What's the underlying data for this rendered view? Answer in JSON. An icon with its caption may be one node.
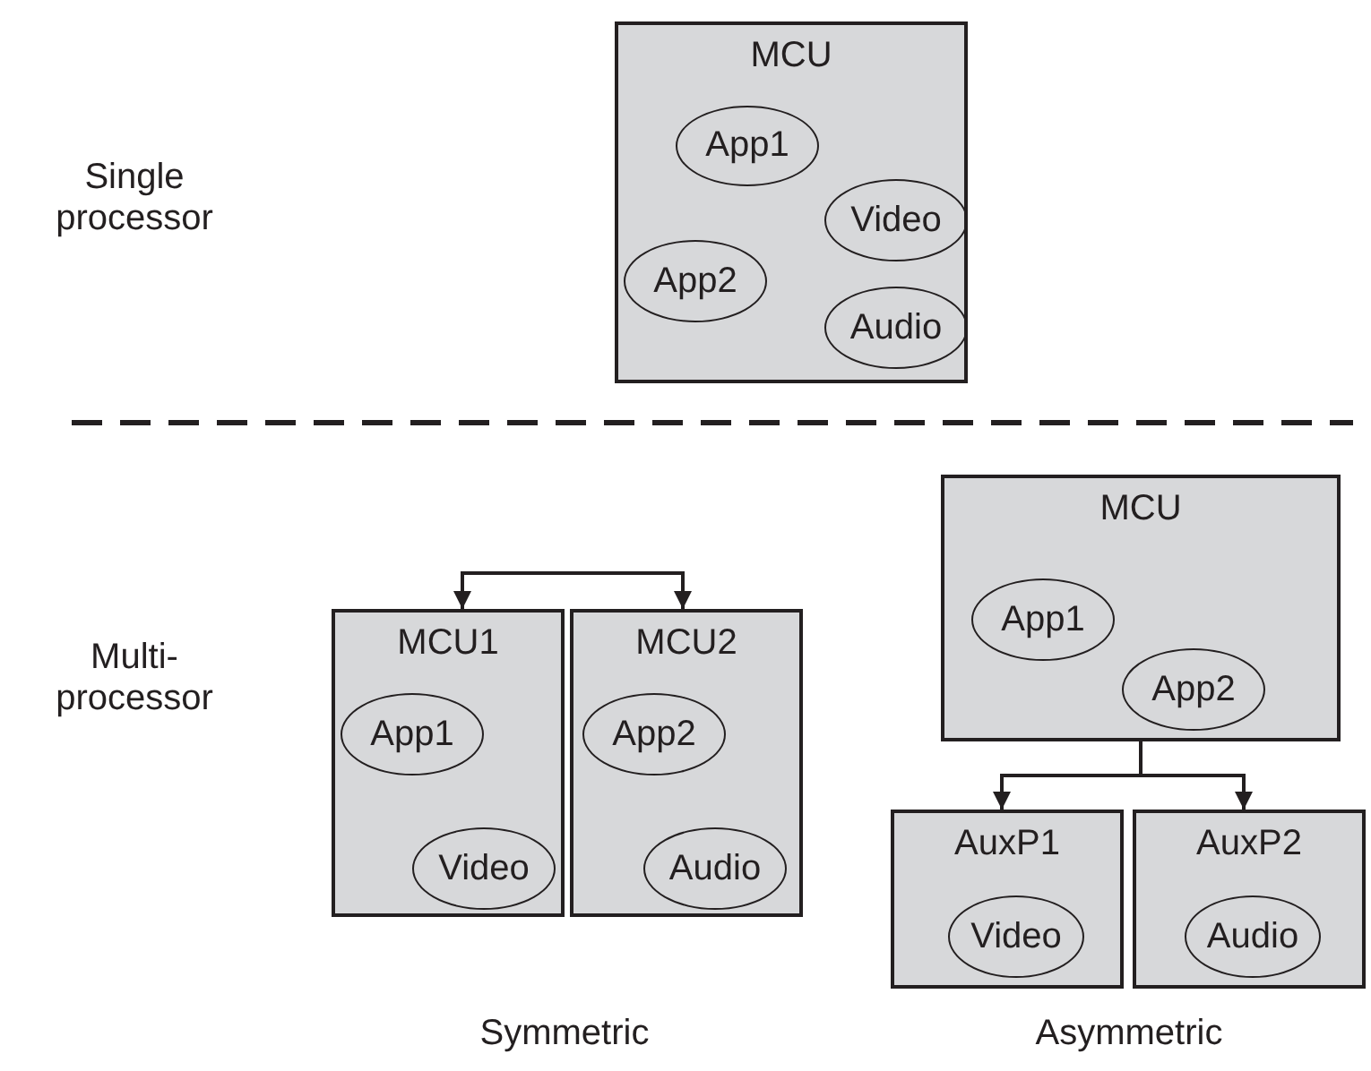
{
  "diagram": {
    "nodes": [
      {
        "text": [
          "MCU"
        ]
      },
      {
        "text": [
          "App1"
        ],
        "in": 0
      },
      {
        "text": [
          "Video"
        ],
        "in": 0
      },
      {
        "text": [
          "App2"
        ],
        "in": 0
      },
      {
        "text": [
          "Audio"
        ],
        "in": 0
      },
      {
        "text": [
          "MCU1"
        ]
      },
      {
        "text": [
          "App1"
        ],
        "in": 5
      },
      {
        "text": [
          "Video"
        ],
        "in": 5
      },
      {
        "text": [
          "MCU2"
        ]
      },
      {
        "text": [
          "App2"
        ],
        "in": 8
      },
      {
        "text": [
          "Audio"
        ],
        "in": 8
      },
      {
        "text": [
          "MCU"
        ]
      },
      {
        "text": [
          "App1"
        ],
        "in": 11
      },
      {
        "text": [
          "App2"
        ],
        "in": 11
      },
      {
        "text": [
          "AuxP1"
        ]
      },
      {
        "text": [
          "Video"
        ],
        "in": 14
      },
      {
        "text": [
          "AuxP2"
        ]
      },
      {
        "text": [
          "Audio"
        ],
        "in": 16
      }
    ],
    "edges": [
      {
        "from": 5,
        "to": 8,
        "arrow": "both"
      },
      {
        "from": 11,
        "to": 14,
        "arrow": "to"
      },
      {
        "from": 11,
        "to": 16,
        "arrow": "to"
      }
    ],
    "labels": [
      "Single processor",
      "Multi-processor",
      "Symmetric",
      "Asymmetric"
    ]
  }
}
